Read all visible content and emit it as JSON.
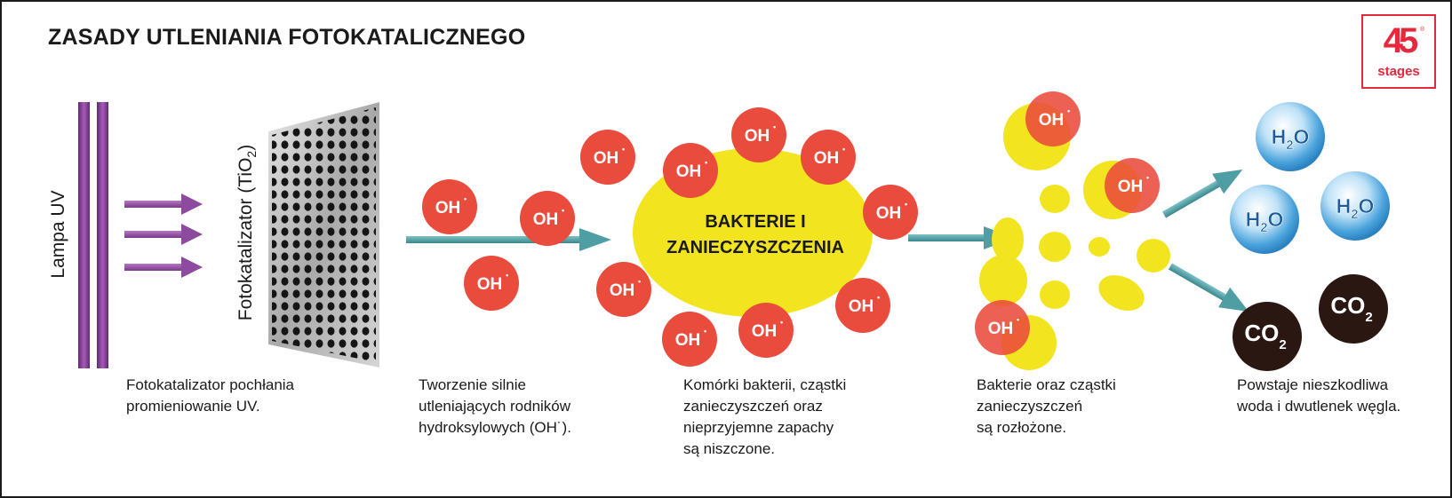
{
  "title": "ZASADY UTLENIANIA FOTOKATALICZNEGO",
  "logo": {
    "number": "45",
    "text": "stages",
    "mark": "®"
  },
  "lamp_label": "Lampa UV",
  "catalyst_label": "Fotokatalizator (TiO",
  "catalyst_sub": "2",
  "catalyst_close": ")",
  "radical": {
    "text": "OH",
    "mark": "•"
  },
  "center_blob": {
    "line1": "BAKTERIE I",
    "line2": "ZANIECZYSZCZENIA"
  },
  "molecules": {
    "water": {
      "main": "H",
      "sub": "2",
      "tail": "O"
    },
    "co2": {
      "main": "CO",
      "sub": "2"
    }
  },
  "captions": [
    "Fotokatalizator pochłania\npromieniowanie UV.",
    "Tworzenie silnie\nutleniających rodników\nhydroksylowych (OH˙).",
    "Komórki bakterii, cząstki\nzanieczyszczeń oraz\nnieprzyjemne zapachy\nsą niszczone.",
    "Bakterie oraz cząstki\nzanieczyszczeń\nsą rozłożone.",
    "Powstaje nieszkodliwa\nwoda i dwutlenek węgla."
  ],
  "colors": {
    "radical": "#e94b3c",
    "yellow": "#f2e41f",
    "lamp": "#8a3f9a",
    "arrow_teal": "#4f9ea4",
    "arrow_purple": "#8e4a9e",
    "co2": "#2b1712",
    "water": "#2f86c6",
    "logo": "#e5283b"
  }
}
